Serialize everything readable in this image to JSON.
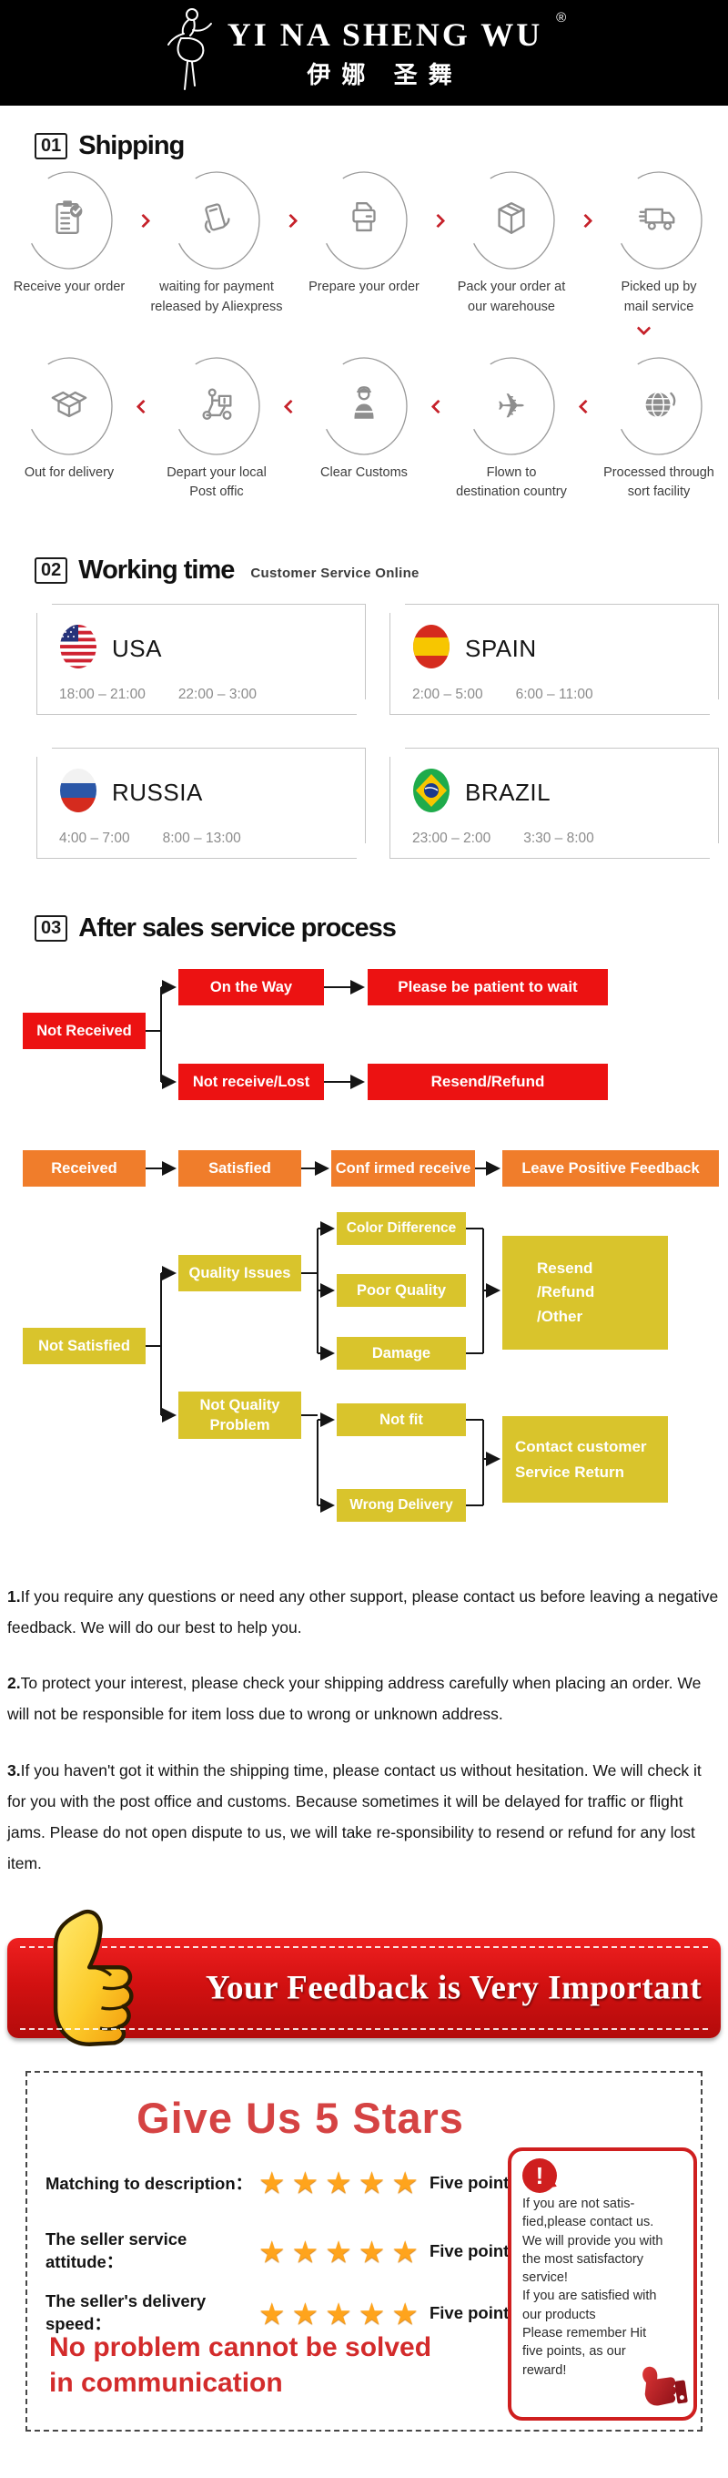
{
  "header": {
    "brand": "YI NA SHENG WU",
    "reg": "®",
    "brand_cn": "伊娜 圣舞"
  },
  "sections": [
    {
      "num": "01",
      "title": "Shipping"
    },
    {
      "num": "02",
      "title": "Working time",
      "subtitle": "Customer Service Online"
    },
    {
      "num": "03",
      "title": "After sales service process"
    }
  ],
  "shipping": {
    "row1": [
      {
        "icon": "clipboard-check",
        "label": "Receive your order"
      },
      {
        "icon": "payment-card",
        "label": "waiting for payment\nreleased by Aliexpress"
      },
      {
        "icon": "printer",
        "label": "Prepare your order"
      },
      {
        "icon": "package-box",
        "label": "Pack your order at\nour warehouse"
      },
      {
        "icon": "delivery-truck",
        "label": "Picked up by\nmail service"
      }
    ],
    "row2": [
      {
        "icon": "open-box",
        "label": "Out for delivery"
      },
      {
        "icon": "delivery-scooter",
        "label": "Depart your local\nPost offic"
      },
      {
        "icon": "customs-officer",
        "label": "Clear Customs"
      },
      {
        "icon": "airplane",
        "label": "Flown to\ndestination country",
        "glyph": "✈"
      },
      {
        "icon": "globe",
        "label": "Processed through\nsort facility"
      }
    ]
  },
  "working_time": {
    "countries": [
      {
        "name": "USA",
        "t1": "18:00 – 21:00",
        "t2": "22:00 – 3:00"
      },
      {
        "name": "SPAIN",
        "t1": "2:00 – 5:00",
        "t2": "6:00 – 11:00"
      },
      {
        "name": "RUSSIA",
        "t1": "4:00 – 7:00",
        "t2": "8:00 – 13:00"
      },
      {
        "name": "BRAZIL",
        "t1": "23:00 – 2:00",
        "t2": "3:30 – 8:00"
      }
    ]
  },
  "flow": {
    "red": {
      "not_received": "Not Received",
      "on_the_way": "On the Way",
      "please_wait": "Please be patient to wait",
      "not_receive_lost": "Not receive/Lost",
      "resend_refund": "Resend/Refund"
    },
    "orange": {
      "received": "Received",
      "satisfied": "Satisfied",
      "confirmed": "Conf irmed receive",
      "leave_feedback": "Leave Positive Feedback"
    },
    "yellow": {
      "not_satisfied": "Not Satisfied",
      "quality_issues": "Quality Issues",
      "color_difference": "Color Difference",
      "poor_quality": "Poor Quality",
      "damage": "Damage",
      "resend_other": "Resend\n/Refund\n/Other",
      "not_quality_problem": "Not Quality\nProblem",
      "not_fit": "Not fit",
      "wrong_delivery": "Wrong Delivery",
      "contact_customer": "Contact customer\nService Return"
    },
    "colors": {
      "red": "#ec1212",
      "orange": "#f07d2b",
      "yellow": "#d9c42c"
    }
  },
  "notes": [
    {
      "num": "1.",
      "text": "If you require any questions or need any other support, please contact us before leaving a negative feedback. We will do our best to help you."
    },
    {
      "num": "2.",
      "text": "To protect your interest, please check your shipping address carefully when placing an order. We will not be responsible for item loss due to wrong or unknown address."
    },
    {
      "num": "3.",
      "text": "If you haven't got it within the shipping time, please contact us without hesitation. We will check it for you with the post office and customs. Because sometimes it will be delayed for traffic or flight jams. Please do not open dispute to us, we will take re-sponsibility to resend or refund for any lost item."
    }
  ],
  "banner": {
    "text": "Your Feedback is Very Important"
  },
  "stars": {
    "title": "Give Us 5 Stars",
    "star_glyph": "★",
    "rows": [
      {
        "label": "Matching to description：",
        "points": "Five points"
      },
      {
        "label": "The seller service attitude：",
        "points": "Five points"
      },
      {
        "label": "The seller's delivery speed：",
        "points": "Five points"
      }
    ],
    "excl": "!",
    "tip": "If you are not satis-\nfied,please contact us.\nWe will provide you with\nthe most satisfactory\nservice!\nIf you are satisfied with\nour products\nPlease remember Hit\nfive points, as our\nreward!",
    "bottom": "No problem cannot be solved\nin communication"
  }
}
